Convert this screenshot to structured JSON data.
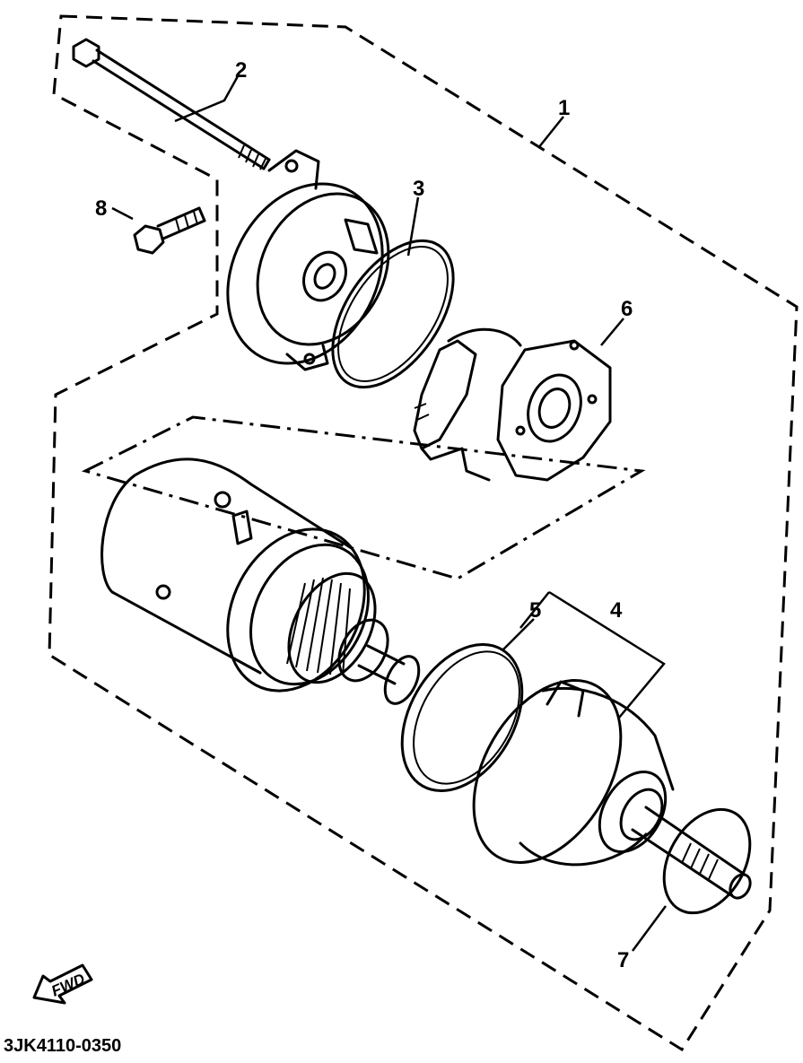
{
  "callouts": {
    "c1": "1",
    "c2": "2",
    "c3": "3",
    "c4": "4",
    "c5": "5",
    "c6": "6",
    "c7": "7",
    "c8": "8"
  },
  "direction_label": "FWD",
  "diagram_code": "3JK4110-0350"
}
